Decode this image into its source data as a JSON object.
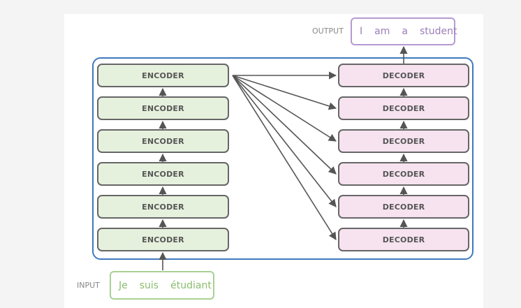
{
  "input": {
    "label": "INPUT",
    "tokens": [
      "Je",
      "suis",
      "étudiant"
    ]
  },
  "output": {
    "label": "OUTPUT",
    "tokens": [
      "I",
      "am",
      "a",
      "student"
    ]
  },
  "encoders": [
    "ENCODER",
    "ENCODER",
    "ENCODER",
    "ENCODER",
    "ENCODER",
    "ENCODER"
  ],
  "decoders": [
    "DECODER",
    "DECODER",
    "DECODER",
    "DECODER",
    "DECODER",
    "DECODER"
  ],
  "colors": {
    "encoder_fill": "#e6f1dd",
    "decoder_fill": "#f6e3ef",
    "frame_border": "#3f78c0",
    "input_accent": "#8bbd6e",
    "output_accent": "#9b7dba"
  }
}
